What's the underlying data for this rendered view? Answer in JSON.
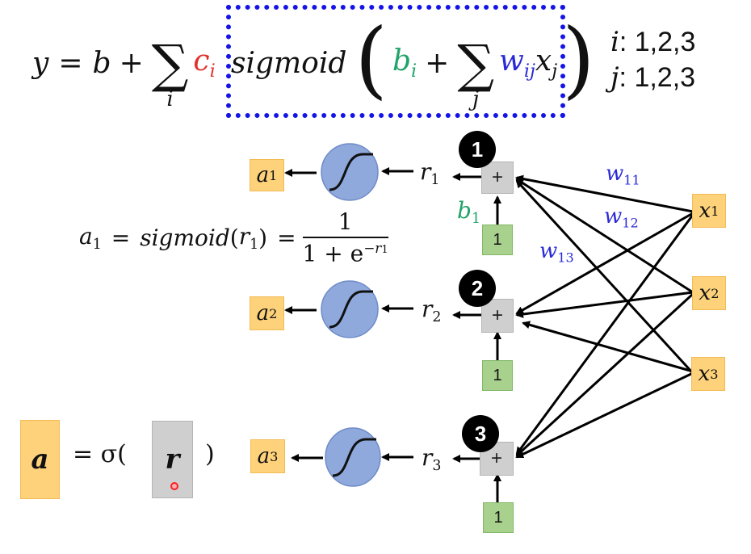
{
  "top_equation": {
    "lhs": "y",
    "eq": "=",
    "b": "b",
    "plus": "+",
    "sum_symbol": "∑",
    "sum_index_outer": "i",
    "c": "c",
    "c_sub": "i",
    "sigmoid": "sigmoid",
    "open_paren": "(",
    "b_inner": "b",
    "b_inner_sub": "i",
    "plus_inner": "+",
    "sum_index_inner": "j",
    "w": "w",
    "w_sub": "ij",
    "x": "x",
    "x_sub": "j",
    "close_paren": ")",
    "highlight_color": "#1414e6"
  },
  "index_ranges": [
    {
      "var": "i",
      "values": ": 1,2,3"
    },
    {
      "var": "j",
      "values": ": 1,2,3"
    }
  ],
  "sigmoid_definition": {
    "lhs_var": "a",
    "lhs_sub": "1",
    "eq1": "=",
    "func": "sigmoid",
    "arg_open": "(",
    "arg_var": "r",
    "arg_sub": "1",
    "arg_close": ")",
    "eq2": "=",
    "numerator": "1",
    "denominator_prefix": "1 + e",
    "exponent": "−r",
    "exponent_sub": "1"
  },
  "vector_form": {
    "a": "a",
    "eq": "= σ(",
    "r": "r",
    "close": ")"
  },
  "neurons": [
    {
      "badge": "1",
      "a": "a",
      "a_sub": "1",
      "r": "r",
      "r_sub": "1",
      "plus": "+",
      "bias_input": "1",
      "bias_label": "b",
      "bias_sub": "1"
    },
    {
      "badge": "2",
      "a": "a",
      "a_sub": "2",
      "r": "r",
      "r_sub": "2",
      "plus": "+",
      "bias_input": "1"
    },
    {
      "badge": "3",
      "a": "a",
      "a_sub": "3",
      "r": "r",
      "r_sub": "3",
      "plus": "+",
      "bias_input": "1"
    }
  ],
  "inputs": [
    {
      "x": "x",
      "sub": "1"
    },
    {
      "x": "x",
      "sub": "2"
    },
    {
      "x": "x",
      "sub": "3"
    }
  ],
  "weights": [
    {
      "w": "w",
      "sub": "11"
    },
    {
      "w": "w",
      "sub": "12"
    },
    {
      "w": "w",
      "sub": "13"
    }
  ],
  "colors": {
    "activation_box": "#fdd27a",
    "sigmoid_node": "#8fa9dc",
    "sum_node": "#cfcfcf",
    "bias_box": "#a9d18e",
    "weight_text": "#2a2ad6",
    "bias_text": "#22a36a",
    "coef_text": "#e0302a"
  }
}
